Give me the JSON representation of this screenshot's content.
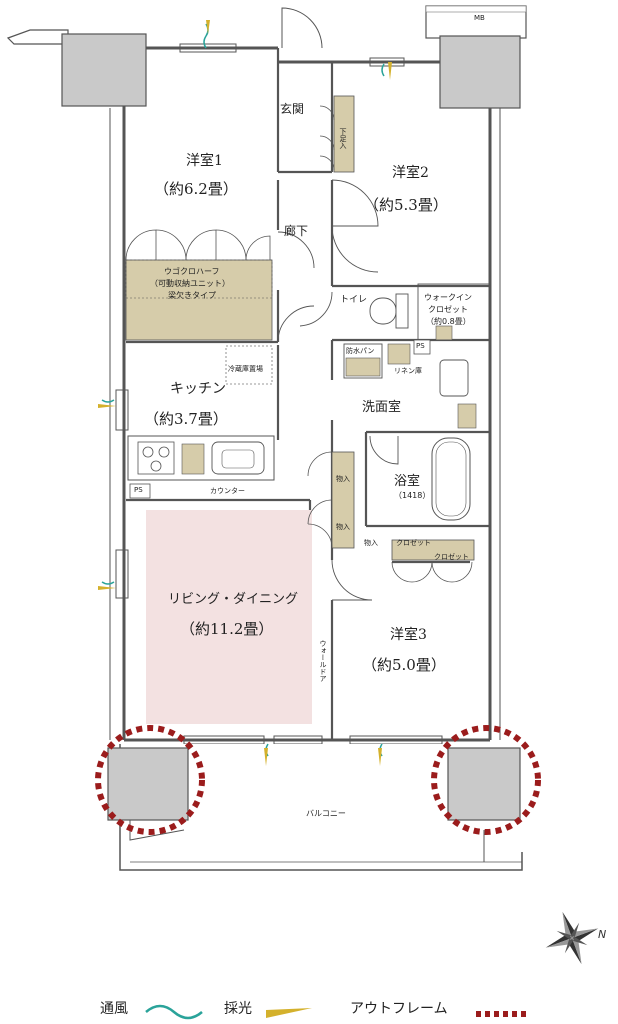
{
  "rooms": {
    "bedroom1": {
      "name": "洋室1",
      "size": "（約6.2畳）"
    },
    "bedroom2": {
      "name": "洋室2",
      "size": "（約5.3畳）"
    },
    "bedroom3": {
      "name": "洋室3",
      "size": "（約5.0畳）"
    },
    "kitchen": {
      "name": "キッチン",
      "size": "（約3.7畳）"
    },
    "living": {
      "name": "リビング・ダイニング",
      "size": "（約11.2畳）"
    },
    "bath": {
      "name": "浴室",
      "size": "（1418）"
    },
    "washroom": {
      "name": "洗面室"
    },
    "entrance": {
      "name": "玄関"
    },
    "hallway": {
      "name": "廊下"
    },
    "toilet": {
      "name": "トイレ"
    },
    "balcony": {
      "name": "バルコニー"
    },
    "walkin": {
      "name_line1": "ウォークイン",
      "name_line2": "クロゼット",
      "size": "（約0.8畳）"
    }
  },
  "fixtures": {
    "shoe_box": "下足入",
    "storage_unit_line1": "ウゴクロハーフ",
    "storage_unit_line2": "（可動収納ユニット）",
    "storage_unit_line3": "梁欠きタイプ",
    "fridge": "冷蔵庫置場",
    "counter": "カウンター",
    "ps_kitchen": "PS",
    "ps_wash": "PS",
    "waterproof_pan": "防水パン",
    "linen": "リネン庫",
    "storage_a": "物入",
    "storage_b": "物入",
    "storage_c": "物入",
    "closet_a": "クロゼット",
    "closet_b": "クロゼット",
    "wall_door": "ウォールドア",
    "mb": "MB"
  },
  "compass": {
    "label": "N"
  },
  "legend": {
    "ventilation": "通風",
    "daylight": "採光",
    "outframe": "アウトフレーム"
  },
  "colors": {
    "wall": "#555555",
    "living_tint": "#f3e1e1",
    "storage_fill": "#d6ccaa",
    "column_fill": "#c9c9c9",
    "ventilation": "#2aa39a",
    "daylight": "#d4b12c",
    "outframe": "#9b1c1c"
  }
}
